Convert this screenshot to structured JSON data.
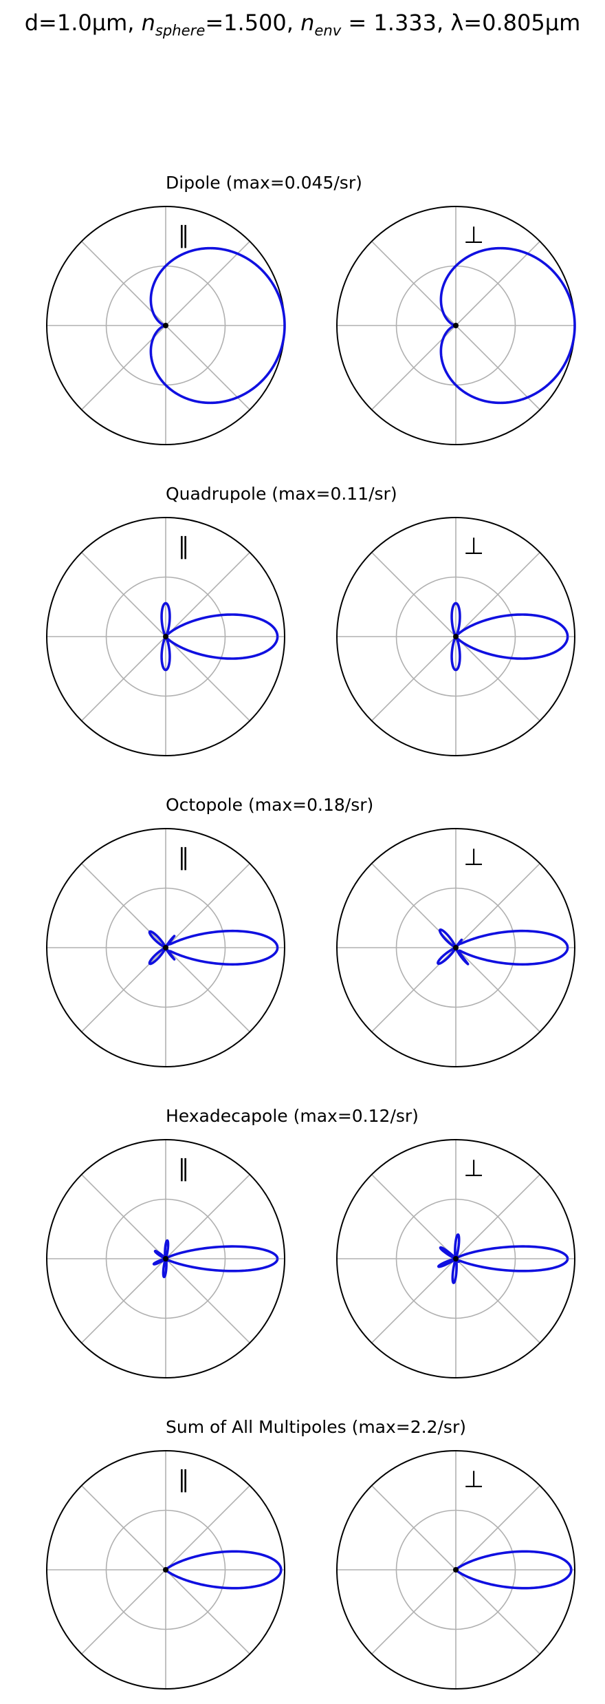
{
  "title_parts": {
    "d": "d=1.0μm, ",
    "n_sphere_base": "n",
    "n_sphere_sub": "sphere",
    "n_sphere_val": "=1.500, ",
    "n_env_base": "n",
    "n_env_sub": "env",
    "n_env_val": " = 1.333, ",
    "wavelength": "λ=0.805μm"
  },
  "colors": {
    "curve": "#1010e0",
    "grid": "#b0b0b0",
    "frame": "#000000"
  },
  "chart_data": [
    {
      "type": "polar-line",
      "title": "Dipole (max=0.045/sr)",
      "max": 0.045,
      "unit": "/sr",
      "grid_angles_deg": [
        0,
        45,
        90,
        135,
        180,
        225,
        270,
        315
      ],
      "grid_radii_fraction": [
        0.5,
        1.0
      ],
      "panels": [
        {
          "label": "∥",
          "pattern": {
            "order": 1,
            "polarization": "parallel"
          }
        },
        {
          "label": "⊥",
          "pattern": {
            "order": 1,
            "polarization": "perpendicular"
          }
        }
      ]
    },
    {
      "type": "polar-line",
      "title": "Quadrupole (max=0.11/sr)",
      "max": 0.11,
      "unit": "/sr",
      "grid_angles_deg": [
        0,
        45,
        90,
        135,
        180,
        225,
        270,
        315
      ],
      "grid_radii_fraction": [
        0.5,
        1.0
      ],
      "panels": [
        {
          "label": "∥",
          "pattern": {
            "order": 2,
            "polarization": "parallel"
          }
        },
        {
          "label": "⊥",
          "pattern": {
            "order": 2,
            "polarization": "perpendicular"
          }
        }
      ]
    },
    {
      "type": "polar-line",
      "title": "Octopole (max=0.18/sr)",
      "max": 0.18,
      "unit": "/sr",
      "grid_angles_deg": [
        0,
        45,
        90,
        135,
        180,
        225,
        270,
        315
      ],
      "grid_radii_fraction": [
        0.5,
        1.0
      ],
      "panels": [
        {
          "label": "∥",
          "pattern": {
            "order": 3,
            "polarization": "parallel"
          }
        },
        {
          "label": "⊥",
          "pattern": {
            "order": 3,
            "polarization": "perpendicular"
          }
        }
      ]
    },
    {
      "type": "polar-line",
      "title": "Hexadecapole (max=0.12/sr)",
      "max": 0.12,
      "unit": "/sr",
      "grid_angles_deg": [
        0,
        45,
        90,
        135,
        180,
        225,
        270,
        315
      ],
      "grid_radii_fraction": [
        0.5,
        1.0
      ],
      "panels": [
        {
          "label": "∥",
          "pattern": {
            "order": 4,
            "polarization": "parallel"
          }
        },
        {
          "label": "⊥",
          "pattern": {
            "order": 4,
            "polarization": "perpendicular"
          }
        }
      ]
    },
    {
      "type": "polar-line",
      "title": "Sum of All Multipoles (max=2.2/sr)",
      "max": 2.2,
      "unit": "/sr",
      "grid_angles_deg": [
        0,
        45,
        90,
        135,
        180,
        225,
        270,
        315
      ],
      "grid_radii_fraction": [
        0.5,
        1.0
      ],
      "panels": [
        {
          "label": "∥",
          "pattern": {
            "order": 0,
            "polarization": "parallel"
          }
        },
        {
          "label": "⊥",
          "pattern": {
            "order": 0,
            "polarization": "perpendicular"
          }
        }
      ]
    }
  ]
}
